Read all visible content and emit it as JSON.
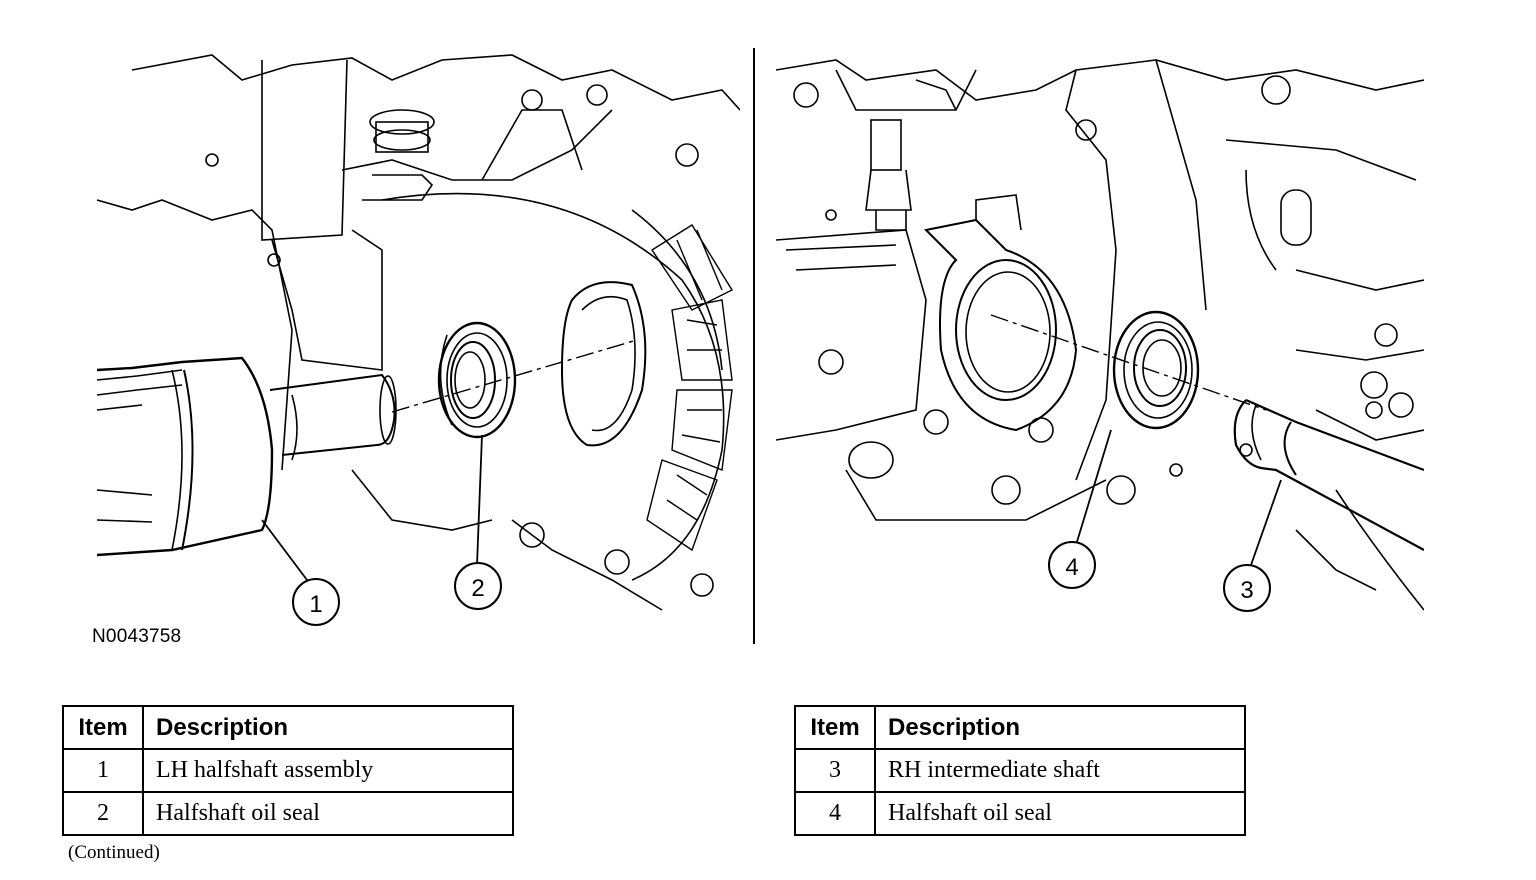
{
  "figure": {
    "id": "N0043758",
    "left_callouts": [
      "1",
      "2"
    ],
    "right_callouts": [
      "4",
      "3"
    ]
  },
  "table_left": {
    "headers": [
      "Item",
      "Description"
    ],
    "rows": [
      {
        "item": "1",
        "description": "LH halfshaft assembly"
      },
      {
        "item": "2",
        "description": "Halfshaft oil seal"
      }
    ]
  },
  "table_right": {
    "headers": [
      "Item",
      "Description"
    ],
    "rows": [
      {
        "item": "3",
        "description": "RH intermediate shaft"
      },
      {
        "item": "4",
        "description": "Halfshaft oil seal"
      }
    ]
  },
  "footer": {
    "continued": "(Continued)"
  }
}
